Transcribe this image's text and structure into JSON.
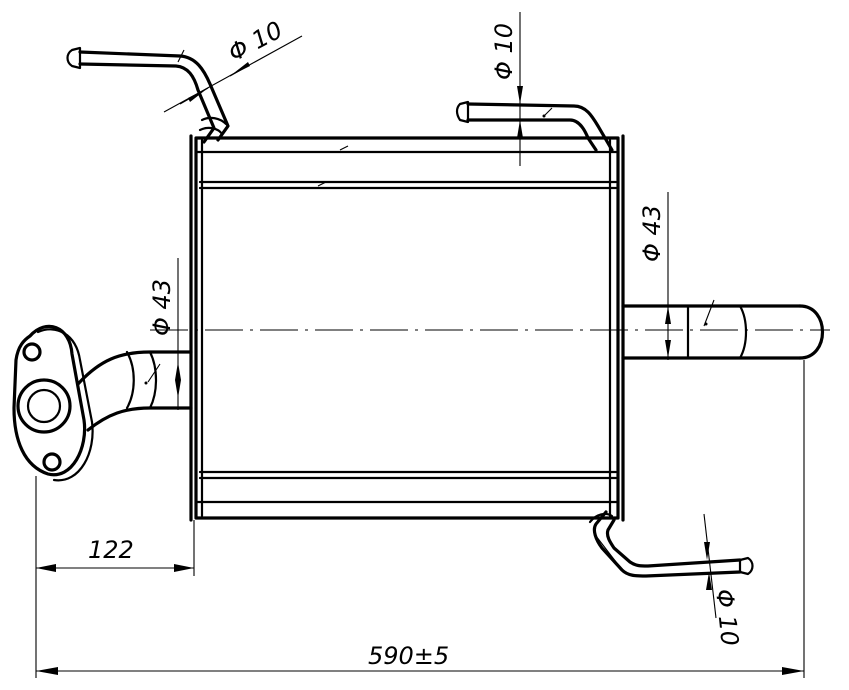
{
  "dimensions": {
    "top_left_pipe": "Φ 10",
    "top_right_pipe": "Φ 10",
    "bottom_right_pipe": "Φ 10",
    "inlet_pipe": "Φ 43",
    "outlet_pipe": "Φ 43",
    "flange_to_body": "122",
    "overall_length": "590±5"
  }
}
